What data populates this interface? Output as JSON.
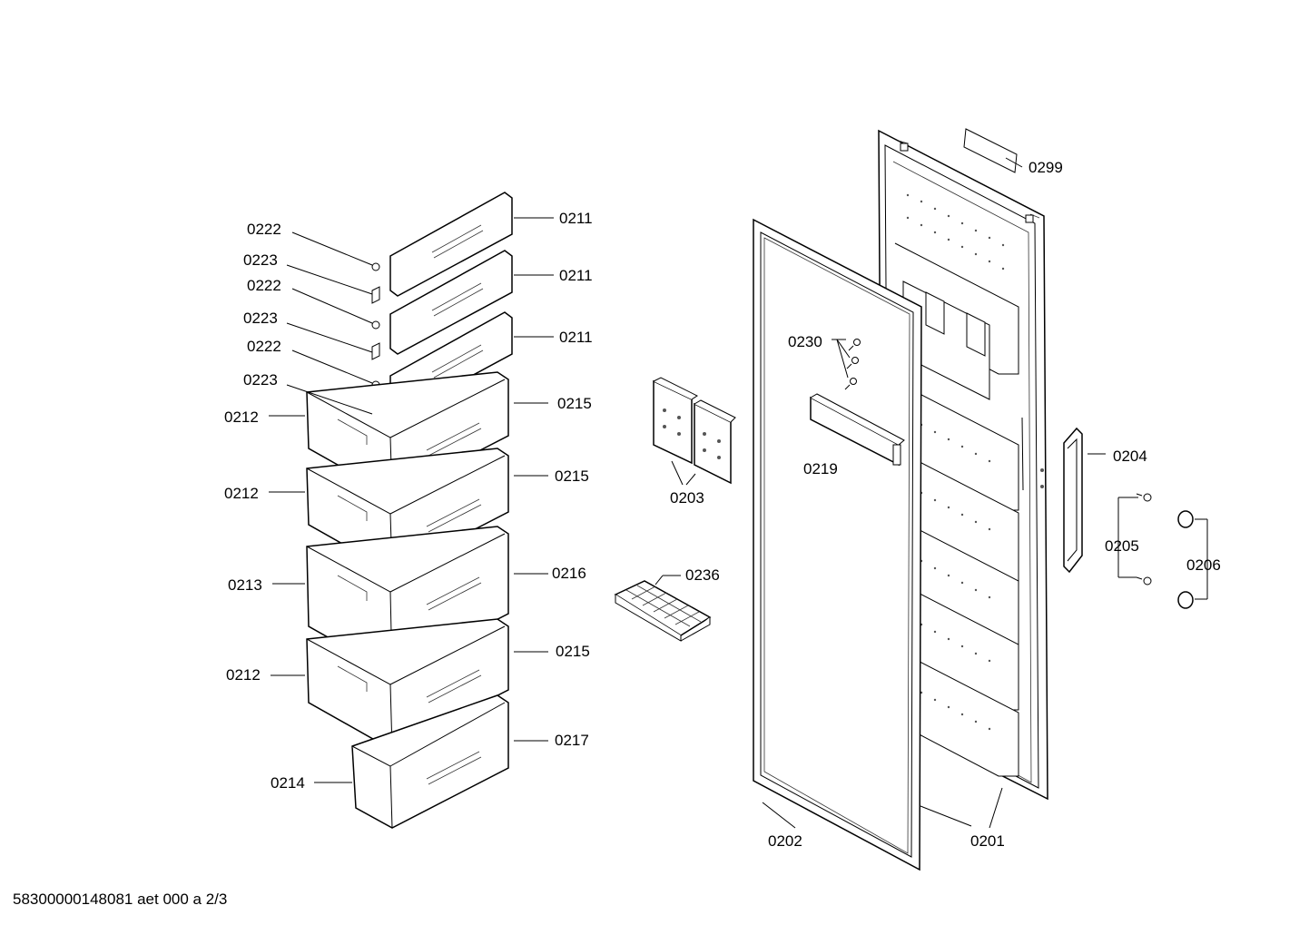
{
  "diagram": {
    "callouts": {
      "c0299": "0299",
      "c0222a": "0222",
      "c0223a": "0223",
      "c0222b": "0222",
      "c0223b": "0223",
      "c0222c": "0222",
      "c0223c": "0223",
      "c0211a": "0211",
      "c0211b": "0211",
      "c0211c": "0211",
      "c0215a": "0215",
      "c0215b": "0215",
      "c0216": "0216",
      "c0215c": "0215",
      "c0217": "0217",
      "c0212a": "0212",
      "c0212b": "0212",
      "c0213": "0213",
      "c0212c": "0212",
      "c0214": "0214",
      "c0230": "0230",
      "c0219": "0219",
      "c0203": "0203",
      "c0236": "0236",
      "c0204": "0204",
      "c0205": "0205",
      "c0206": "0206",
      "c0202": "0202",
      "c0201": "0201"
    }
  },
  "footer": {
    "text": "58300000148081 aet 000 a 2/3"
  }
}
